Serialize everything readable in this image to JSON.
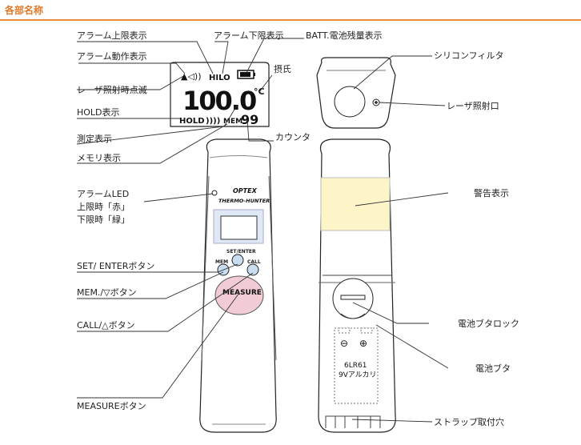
{
  "header": {
    "title": "各部名称"
  },
  "lcd": {
    "alarm": "▲◁))",
    "hilo": "HILO",
    "reading": "100.0",
    "unit": "°C",
    "hold": "HOLD",
    "hold_icon": "))))",
    "mem": "MEM",
    "count": "99"
  },
  "device": {
    "brand": "OPTEX",
    "model": "THERMO-HUNTER",
    "set_enter": "SET/ENTER",
    "mem": "MEM",
    "call": "CALL",
    "measure": "MEASURE"
  },
  "battery": {
    "plus": "⊕",
    "minus": "⊖",
    "line1": "6LR61",
    "line2": "9Vアルカリ"
  },
  "labels": {
    "alarm_upper": "アラーム上限表示",
    "alarm_lower": "アラーム下限表示",
    "batt": "BATT.電池残量表示",
    "alarm_action": "アラーム動作表示",
    "celsius": "摂氏",
    "laser_blink": "レーザ照射時点滅",
    "hold": "HOLD表示",
    "measure_disp": "測定表示",
    "counter": "カウンタ",
    "memory": "メモリ表示",
    "alarm_led_1": "アラームLED",
    "alarm_led_2": "上限時「赤」",
    "alarm_led_3": "下限時「緑」",
    "set_enter_btn": "SET/ ENTERボタン",
    "mem_btn": "MEM./▽ボタン",
    "call_btn": "CALL/△ボタン",
    "measure_btn": "MEASUREボタン",
    "silicon_filter": "シリコンフィルタ",
    "laser_port": "レーザ照射口",
    "warning": "警告表示",
    "battery_lock": "電池ブタロック",
    "battery_cover": "電池ブタ",
    "strap_hole": "ストラップ取付穴"
  }
}
